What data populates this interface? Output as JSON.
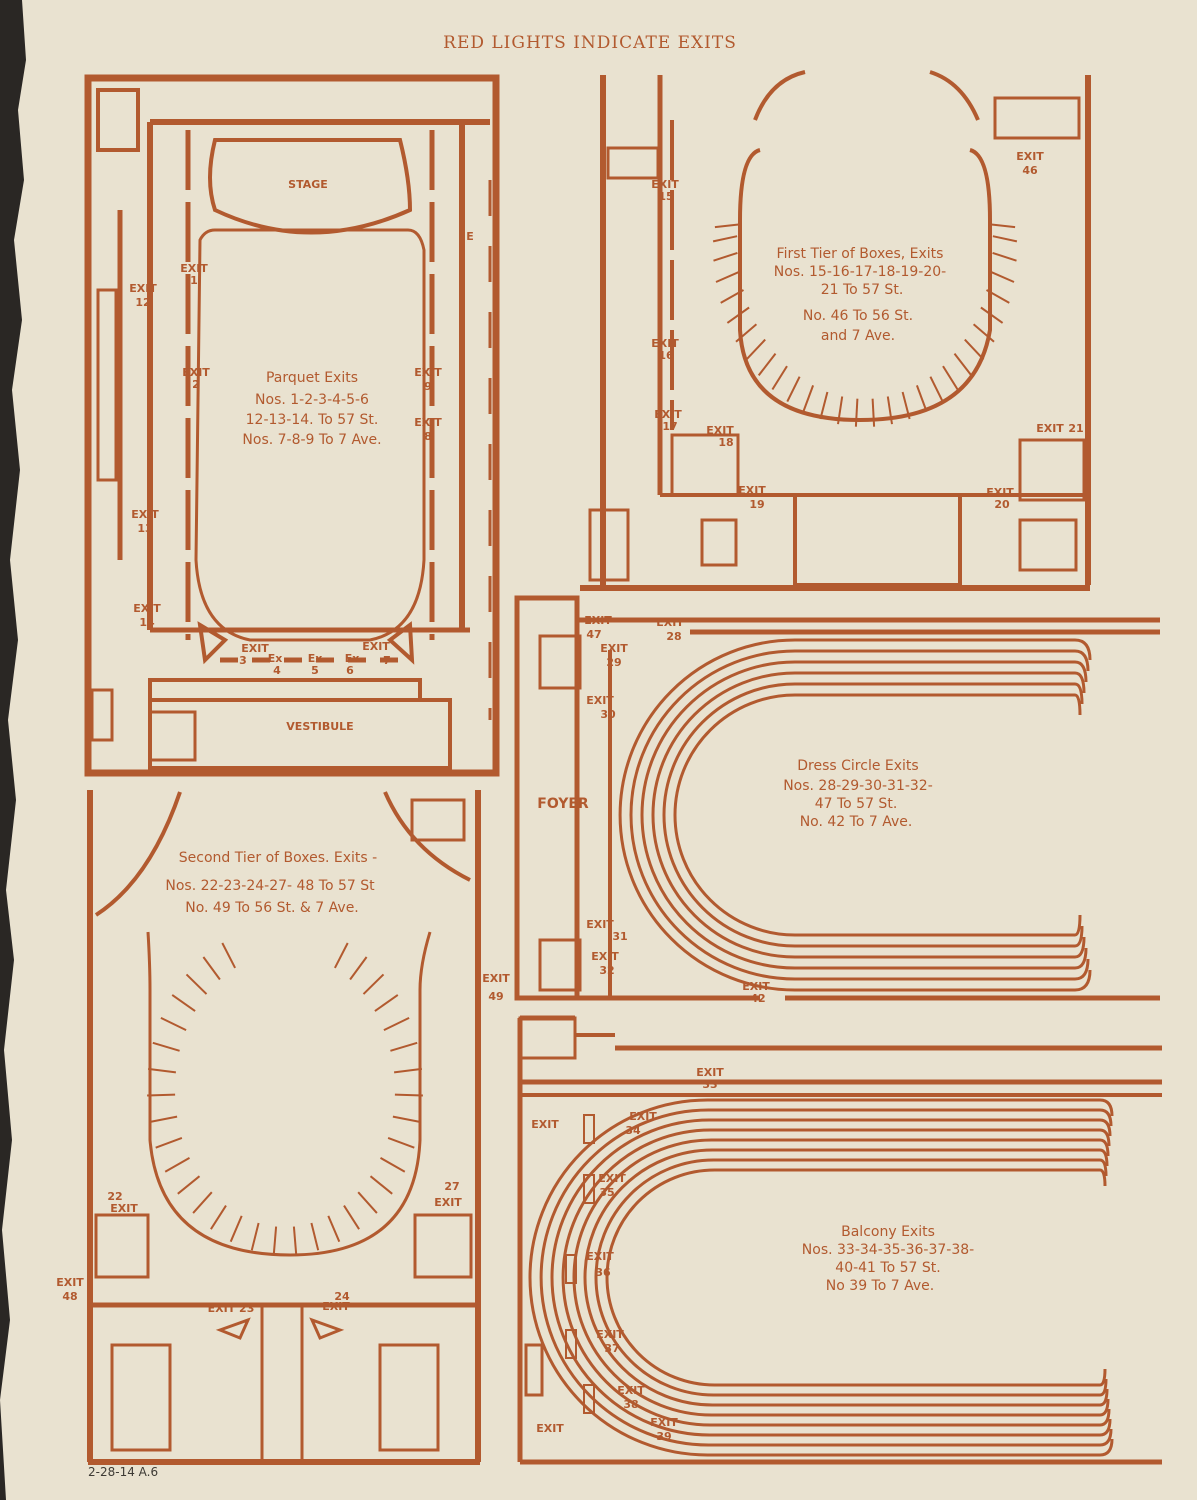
{
  "header": {
    "title": "RED LIGHTS INDICATE EXITS"
  },
  "colors": {
    "paper": "#e9e2d0",
    "ink": "#b25a2f"
  },
  "parquet": {
    "stage": "STAGE",
    "vestibule": "VESTIBULE",
    "title": "Parquet Exits",
    "line1": "Nos. 1-2-3-4-5-6",
    "line2": "12-13-14. To 57 St.",
    "line3": "Nos. 7-8-9  To 7 Ave.",
    "exit1_w": "EXIT",
    "exit1_n": "1",
    "exit2_w": "EXIT",
    "exit2_n": "2",
    "exit12_w": "EXIT",
    "exit12_n": "12",
    "exit13_w": "EXIT",
    "exit13_n": "13",
    "exit14_w": "EXIT",
    "exit14_n": "14",
    "exit9_w": "EXIT",
    "exit9_n": "9",
    "exit8_w": "EXIT",
    "exit8_n": "8",
    "exit3_w": "EXIT",
    "exit3_n": "3",
    "exit4_w": "Ex",
    "exit4_n": "4",
    "exit5_w": "Ex",
    "exit5_n": "5",
    "exit6_w": "Ex",
    "exit6_n": "6",
    "exit7_w": "EXIT",
    "exit7_n": "7",
    "side_e": "E"
  },
  "first_tier": {
    "line1": "First Tier of Boxes, Exits",
    "line2": "Nos. 15-16-17-18-19-20-",
    "line3": "21 To 57 St.",
    "line4": "No. 46 To 56 St.",
    "line5": "and 7 Ave.",
    "exit15_w": "EXIT",
    "exit15_n": "15",
    "exit16_w": "EXIT",
    "exit16_n": "16",
    "exit17_w": "EXIT",
    "exit17_n": "17",
    "exit18_w": "EXIT",
    "exit18_n": "18",
    "exit19_w": "EXIT",
    "exit19_n": "19",
    "exit20_w": "EXIT",
    "exit20_n": "20",
    "exit21_w": "EXIT",
    "exit21_n": "21",
    "exit46_w": "EXIT",
    "exit46_n": "46"
  },
  "dress_circle": {
    "foyer": "FOYER",
    "line1": "Dress Circle Exits",
    "line2": "Nos. 28-29-30-31-32-",
    "line3": "47 To 57 St.",
    "line4": "No. 42 To 7 Ave.",
    "exit47_w": "EXIT",
    "exit47_n": "47",
    "exit28_w": "EXIT",
    "exit28_n": "28",
    "exit29_w": "EXIT",
    "exit29_n": "29",
    "exit30_w": "EXIT",
    "exit30_n": "30",
    "exit31_w": "EXIT",
    "exit31_n": "31",
    "exit32_w": "EXIT",
    "exit32_n": "32",
    "exit42_w": "EXIT",
    "exit42_n": "42"
  },
  "second_tier": {
    "line1": "Second Tier of Boxes. Exits -",
    "line2": "Nos. 22-23-24-27- 48 To 57 St",
    "line3": "No.  49 To 56 St. & 7 Ave.",
    "exit49_w": "EXIT",
    "exit49_n": "49",
    "exit22_w": "EXIT",
    "exit22_n": "22",
    "exit27_w": "EXIT",
    "exit27_n": "27",
    "exit48_w": "EXIT",
    "exit48_n": "48",
    "exit23": "EXIT 23",
    "exit24_w": "EXIT",
    "exit24_n": "24"
  },
  "balcony": {
    "line1": "Balcony Exits",
    "line2": "Nos. 33-34-35-36-37-38-",
    "line3": "40-41 To 57 St.",
    "line4": "No 39 To 7 Ave.",
    "exit_plain": "EXIT",
    "exit40": "EXIT",
    "exit33_w": "EXIT",
    "exit33_n": "33",
    "exit34_w": "EXIT",
    "exit34_n": "34",
    "exit35_w": "EXIT",
    "exit35_n": "35",
    "exit36_w": "EXIT",
    "exit36_n": "36",
    "exit37_w": "EXIT",
    "exit37_n": "37",
    "exit38_w": "EXIT",
    "exit38_n": "38",
    "exit39_w": "EXIT",
    "exit39_n": "39"
  },
  "footer": {
    "note": "2-28-14 A.6"
  }
}
